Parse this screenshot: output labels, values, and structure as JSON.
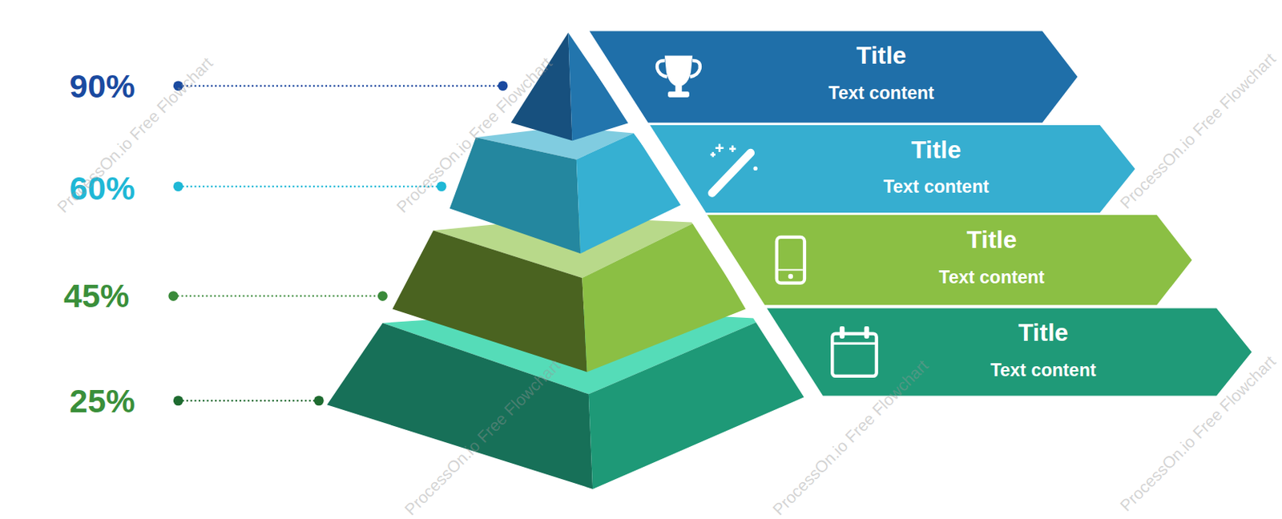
{
  "diagram": {
    "nodes": [
      {
        "text": [
          "Title",
          "Text content"
        ]
      },
      {
        "text": [
          "Title",
          "Text content"
        ]
      },
      {
        "text": [
          "Title",
          "Text content"
        ]
      },
      {
        "text": [
          "Title",
          "Text content"
        ]
      }
    ],
    "labels": [
      "90%",
      "60%",
      "45%",
      "25%",
      "ProcessOn.io Free Flowchart",
      "ProcessOn.io Free Flowchart",
      "ProcessOn.io Free Flowchart",
      "ProcessOn.io Free Flowchart",
      "ProcessOn.io Free Flowchart",
      "ProcessOn.io Free Flowchart"
    ]
  }
}
